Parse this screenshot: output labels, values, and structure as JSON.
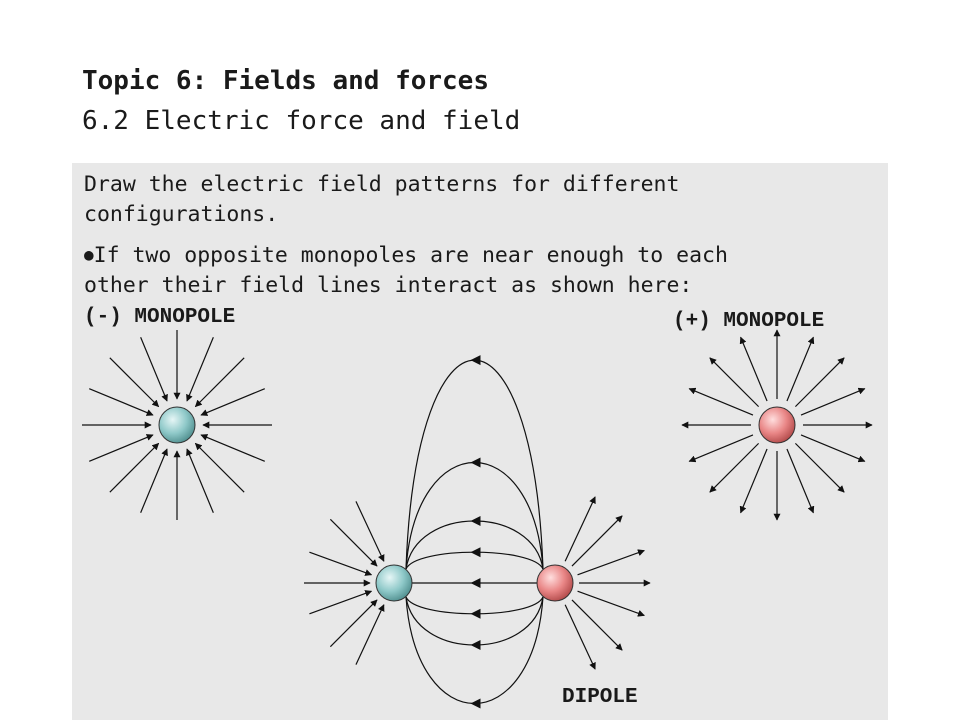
{
  "slide": {
    "title": "Topic 6: Fields and forces",
    "subtitle": "6.2 Electric force and field",
    "paragraph1": "Draw the electric field patterns for different\nconfigurations.",
    "paragraph2": "If two opposite monopoles are near enough to each\nother their field lines interact as shown here:",
    "bullet_glyph": "●"
  },
  "labels": {
    "negative_monopole": "(-) MONOPOLE",
    "positive_monopole": "(+) MONOPOLE",
    "dipole": "DIPOLE"
  },
  "colors": {
    "background": "#ffffff",
    "panel": "#e8e8e8",
    "negative_charge": "#8fc9c9",
    "positive_charge": "#e98686",
    "field_line": "#111111"
  }
}
